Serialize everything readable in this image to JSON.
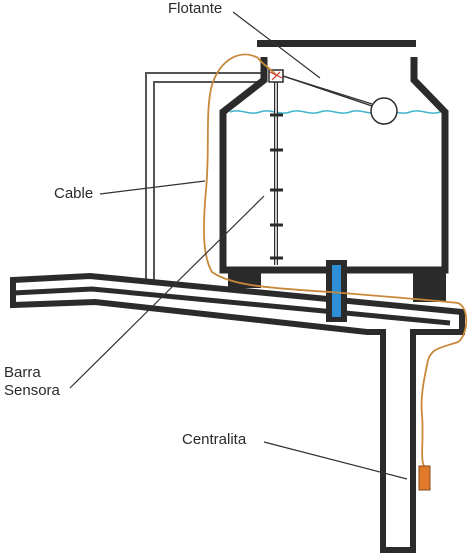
{
  "labels": {
    "flotante": "Flotante",
    "cable": "Cable",
    "barra_line1": "Barra",
    "barra_line2": "Sensora",
    "centralita": "Centralita"
  },
  "colors": {
    "structure": "#2b2b2b",
    "pipe_fill": "#ffffff",
    "cable": "#c8883a",
    "water": "#3fb6c9",
    "sensor_insert": "#2f8fd6",
    "control_unit": "#e07a2a",
    "leader_line": "#333333",
    "frame_line": "#555555"
  }
}
